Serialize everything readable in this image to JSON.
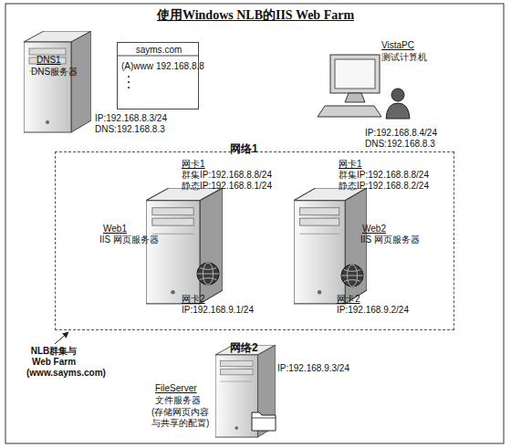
{
  "diagram": {
    "title": "使用Windows NLB的IIS Web Farm",
    "nodes": [
      {
        "text": [
          "DNS1",
          "DNS服务器",
          "IP:192.168.8.3/24",
          "DNS:192.168.8.3"
        ]
      },
      {
        "text": [
          "sayms.com",
          "(A)www",
          "192.168.8.8"
        ]
      },
      {
        "text": [
          "VistaPC",
          "测试计算机",
          "IP:192.168.8.4/24",
          "DNS:192.168.8.3"
        ]
      },
      {
        "text": [
          "NLB群集与 Web Farm (www.sayms.com)"
        ]
      },
      {
        "text": [
          "网卡1",
          "群集IP:192.168.8.8/24",
          "静态IP:192.168.8.1/24",
          "Web1",
          "IIS 网页服务器",
          "网卡2",
          "IP:192.168.9.1/24"
        ],
        "in": 3
      },
      {
        "text": [
          "网卡1",
          "群集IP:192.168.8.8/24",
          "静态IP:192.168.8.2/24",
          "Web2",
          "IIS 网页服务器",
          "网卡2",
          "IP:192.168.9.2/24"
        ],
        "in": 3
      },
      {
        "text": [
          "IP:192.168.9.3/24",
          "FileServer",
          "文件服务器",
          "(存储网页内容 与共享的配置)"
        ]
      }
    ],
    "labels": [
      "网络1",
      "网络2"
    ]
  }
}
